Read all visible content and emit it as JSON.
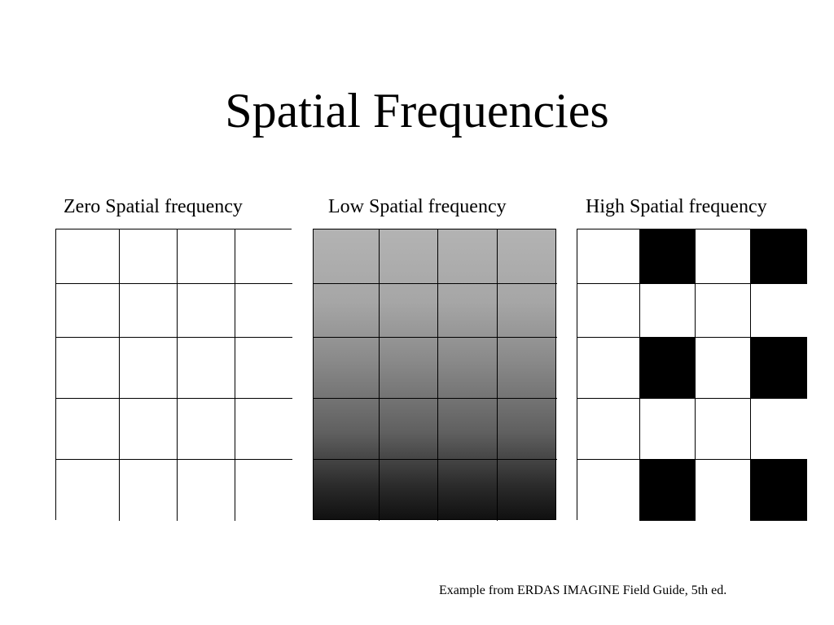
{
  "slide": {
    "title": "Spatial Frequencies",
    "caption": "Example from ERDAS IMAGINE Field Guide, 5th ed."
  },
  "panels": [
    {
      "id": "zero",
      "label": "Zero Spatial frequency",
      "rows": 5,
      "cols": 4,
      "fill": "uniform",
      "color": "#ffffff",
      "dark_cells": []
    },
    {
      "id": "low",
      "label": "Low Spatial frequency",
      "rows": 5,
      "cols": 4,
      "fill": "vertical-gradient",
      "gradient_top_color": "#b3b3b3",
      "gradient_bottom_color": "#101010",
      "dark_cells": []
    },
    {
      "id": "high",
      "label": "High Spatial frequency",
      "rows": 5,
      "cols": 4,
      "fill": "checker",
      "light_color": "#ffffff",
      "dark_color": "#000000",
      "dark_cells": [
        [
          0,
          1
        ],
        [
          0,
          3
        ],
        [
          2,
          1
        ],
        [
          2,
          3
        ],
        [
          4,
          1
        ],
        [
          4,
          3
        ]
      ]
    }
  ]
}
